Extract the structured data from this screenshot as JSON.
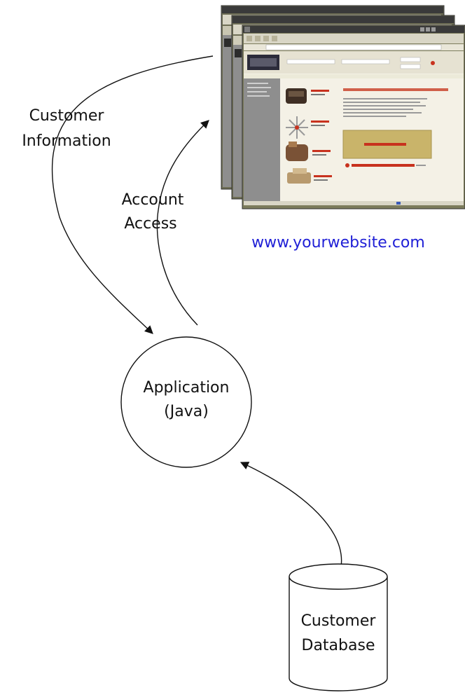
{
  "website": {
    "url_label": "www.yourwebsite.com",
    "link_color": "#1f1fd6"
  },
  "flows": {
    "customer_information": [
      "Customer",
      "Information"
    ],
    "account_access": [
      "Account",
      "Access"
    ]
  },
  "application": {
    "label_line1": "Application",
    "label_line2": "(Java)"
  },
  "database": {
    "label_line1": "Customer",
    "label_line2": "Database"
  },
  "colors": {
    "line": "#111111",
    "window_frame": "#7c7c5c",
    "window_title": "#3a3a3a",
    "page_bg": "#f4f1e6",
    "sidebar": "#8e8e8e",
    "promo_box": "#c9b46a",
    "accent_red": "#c8321e"
  }
}
